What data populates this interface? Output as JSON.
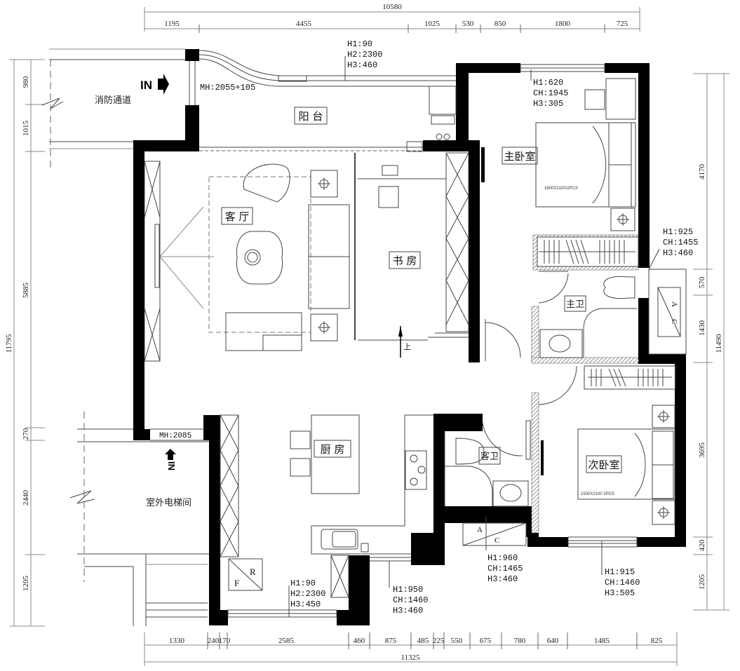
{
  "plan": {
    "overall_dims": {
      "top_total": "10580",
      "bottom_total": "11325",
      "left_total": "11795",
      "right_total": "11490"
    },
    "top_segments": [
      "1195",
      "4455",
      "1025",
      "530",
      "850",
      "1800",
      "725"
    ],
    "bottom_segments": [
      "1330",
      "240",
      "170",
      "2585",
      "460",
      "875",
      "485",
      "225",
      "550",
      "675",
      "780",
      "640",
      "1485",
      "825"
    ],
    "left_segments": [
      "980",
      "1015",
      "5885",
      "270",
      "2440",
      "1205"
    ],
    "right_segments": [
      "4170",
      "570",
      "1430",
      "3695",
      "420",
      "1205"
    ],
    "rooms": {
      "fire_passage": "消防通道",
      "balcony": "阳 台",
      "living_room": "客 厅",
      "study": "书 房",
      "master_bedroom": "主卧室",
      "master_bath": "主卫",
      "kitchen": "厨 房",
      "guest_bath": "客卫",
      "second_bedroom": "次卧室",
      "elevator_hall": "室外电梯间"
    },
    "entries": {
      "top_in": "IN",
      "bottom_in": "IN",
      "top_door_height": "MH:2055+105",
      "bottom_door_height": "MH:2085"
    },
    "window_notes": {
      "balcony": [
        "H1:90",
        "H2:2300",
        "H3:460"
      ],
      "master_bedroom": [
        "H1:620",
        "CH:1945",
        "H3:305"
      ],
      "master_bath": [
        "H1:925",
        "CH:1455",
        "H3:460"
      ],
      "kitchen_balcony": [
        "H1:90",
        "H2:2300",
        "H3:450"
      ],
      "kitchen": [
        "H1:950",
        "CH:1460",
        "H3:460"
      ],
      "guest_bath": [
        "H1:960",
        "CH:1465",
        "H3:460"
      ],
      "second_bedroom": [
        "H1:915",
        "CH:1460",
        "H3:505"
      ]
    },
    "bed_labels": {
      "master": "1800X2100/2PCS",
      "second": "1500X2100 2PCS"
    },
    "ac_units": {
      "a": "A",
      "c": "C"
    },
    "fridge": {
      "f": "F",
      "r": "R"
    },
    "stair_label": "上"
  }
}
